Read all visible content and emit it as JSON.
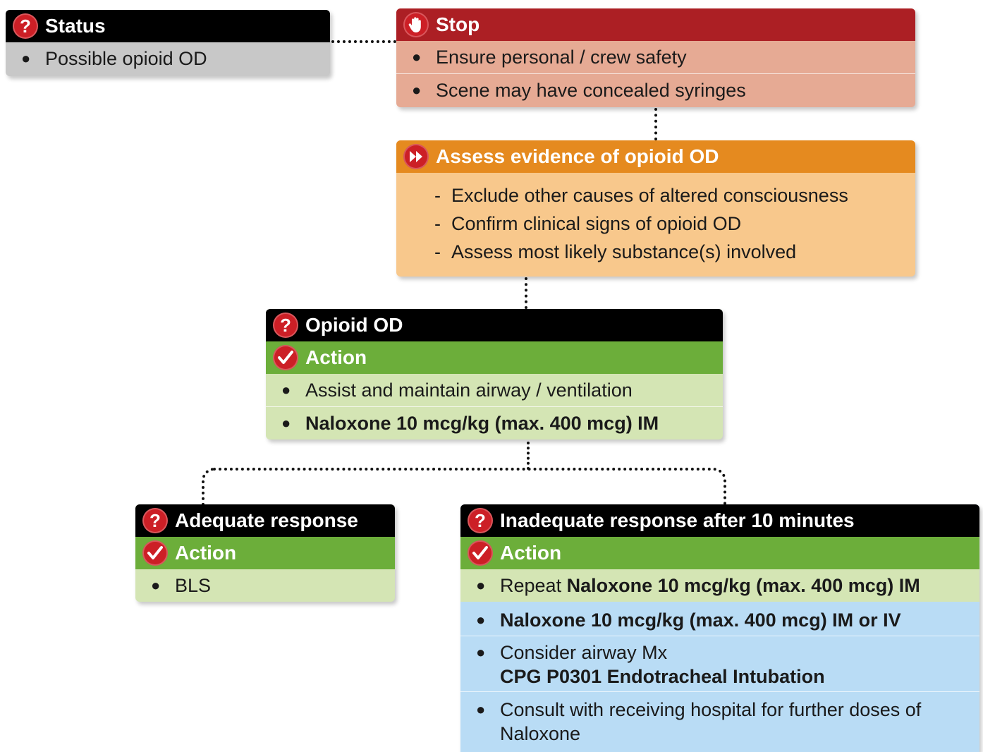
{
  "status": {
    "title": "Status",
    "items": [
      "Possible opioid OD"
    ]
  },
  "stop": {
    "title": "Stop",
    "items": [
      "Ensure personal / crew safety",
      "Scene may have concealed syringes"
    ]
  },
  "assess": {
    "title": "Assess evidence of opioid OD",
    "items": [
      "Exclude other causes of altered consciousness",
      "Confirm clinical signs of opioid OD",
      "Assess most likely substance(s) involved"
    ]
  },
  "opioid_od": {
    "title": "Opioid OD",
    "action_label": "Action",
    "items": [
      "Assist and maintain airway / ventilation",
      "Naloxone 10 mcg/kg (max. 400 mcg) IM"
    ]
  },
  "adequate": {
    "title": "Adequate response",
    "action_label": "Action",
    "items": [
      "BLS"
    ]
  },
  "inadequate": {
    "title": "Inadequate response after 10 minutes",
    "action_label": "Action",
    "repeat_prefix": "Repeat",
    "repeat_bold": "Naloxone 10 mcg/kg (max. 400 mcg) IM",
    "blue_items": {
      "naloxone_iv": "Naloxone 10 mcg/kg (max. 400 mcg) IM or IV",
      "airway": "Consider airway Mx",
      "cpg": "CPG P0301 Endotracheal Intubation",
      "consult_1": "Consult with receiving hospital for further doses of",
      "consult_2": "Naloxone"
    }
  },
  "icons": {
    "question": "?",
    "stop": "hand-stop-icon",
    "assess": "fast-forward-icon",
    "check": "checkmark-icon"
  },
  "colors": {
    "black": "#000000",
    "stop_red": "#ac1f24",
    "stop_body": "#e6aa94",
    "assess_orange": "#e58a1f",
    "assess_body": "#f8c88c",
    "action_green": "#6cae3a",
    "action_body": "#d4e5b4",
    "status_body": "#c8c8c8",
    "blue_body": "#b9dcf5"
  }
}
